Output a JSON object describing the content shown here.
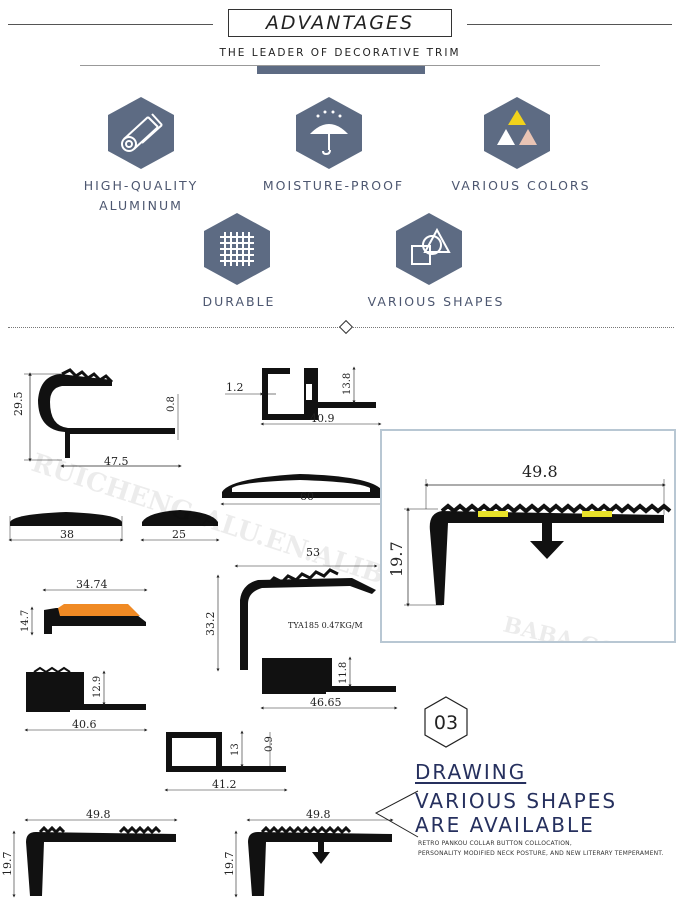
{
  "header": {
    "title": "ADVANTAGES",
    "subtitle": "THE LEADER OF DECORATIVE TRIM"
  },
  "features": [
    {
      "label_line1": "HIGH-QUALITY",
      "label_line2": "ALUMINUM",
      "icon": "aluminum-pipes-icon"
    },
    {
      "label_line1": "MOISTURE-PROOF",
      "label_line2": "",
      "icon": "umbrella-rain-icon"
    },
    {
      "label_line1": "VARIOUS COLORS",
      "label_line2": "",
      "icon": "color-triangles-icon"
    },
    {
      "label_line1": "DURABLE",
      "label_line2": "",
      "icon": "grid-mesh-icon"
    },
    {
      "label_line1": "VARIOUS SHAPES",
      "label_line2": "",
      "icon": "geometric-shapes-icon"
    }
  ],
  "colors": {
    "hex_fill": "#5d6b83",
    "accent_orange": "#f08a24",
    "accent_yellow": "#e8e22a",
    "heading_navy": "#26305e"
  },
  "dimensions": {
    "p1": {
      "a": "29.5",
      "b": "0.8",
      "c": "47.5"
    },
    "p2": {
      "a": "1.2",
      "b": "13.8",
      "c": "40.9"
    },
    "p3": {
      "a": "60"
    },
    "p4": {
      "a": "38"
    },
    "p5": {
      "a": "25"
    },
    "p6": {
      "a": "34.74",
      "b": "14.7"
    },
    "p7": {
      "a": "53",
      "b": "33.2",
      "label": "TYA185  0.47KG/M"
    },
    "p8": {
      "a": "12.9",
      "b": "40.6"
    },
    "p9": {
      "a": "11.8",
      "b": "46.65"
    },
    "p10": {
      "a": "13",
      "b": "0.9",
      "c": "41.2"
    },
    "p11": {
      "a": "49.8",
      "b": "19.7"
    },
    "p12": {
      "a": "49.8",
      "b": "19.7"
    },
    "zoom": {
      "a": "49.8",
      "b": "19.7"
    }
  },
  "watermark": "RUICHENG-ALU.EN.ALIBABA.COM",
  "badge": "03",
  "drawing": {
    "title": "DRAWING",
    "line1": "VARIOUS SHAPES",
    "line2": "ARE AVAILABLE",
    "small1": "RETRO PANKOU COLLAR BUTTON COLLOCATION,",
    "small2": "PERSONALITY MODIFIED NECK POSTURE, AND NEW LITERARY TEMPERAMENT."
  }
}
